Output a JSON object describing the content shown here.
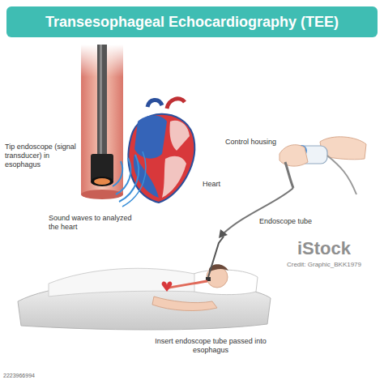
{
  "diagram": {
    "title": "Transesophageal Echocardiography (TEE)",
    "labels": [
      "Tip endoscope (signal transducer) in esophagus",
      "Heart",
      "Sound waves to analyzed the heart",
      "Control housing",
      "Endoscope tube",
      "Insert endoscope tube passed into esophagus",
      "iStock",
      "Credit: Graphic_BKK1979",
      "2223966994"
    ]
  }
}
